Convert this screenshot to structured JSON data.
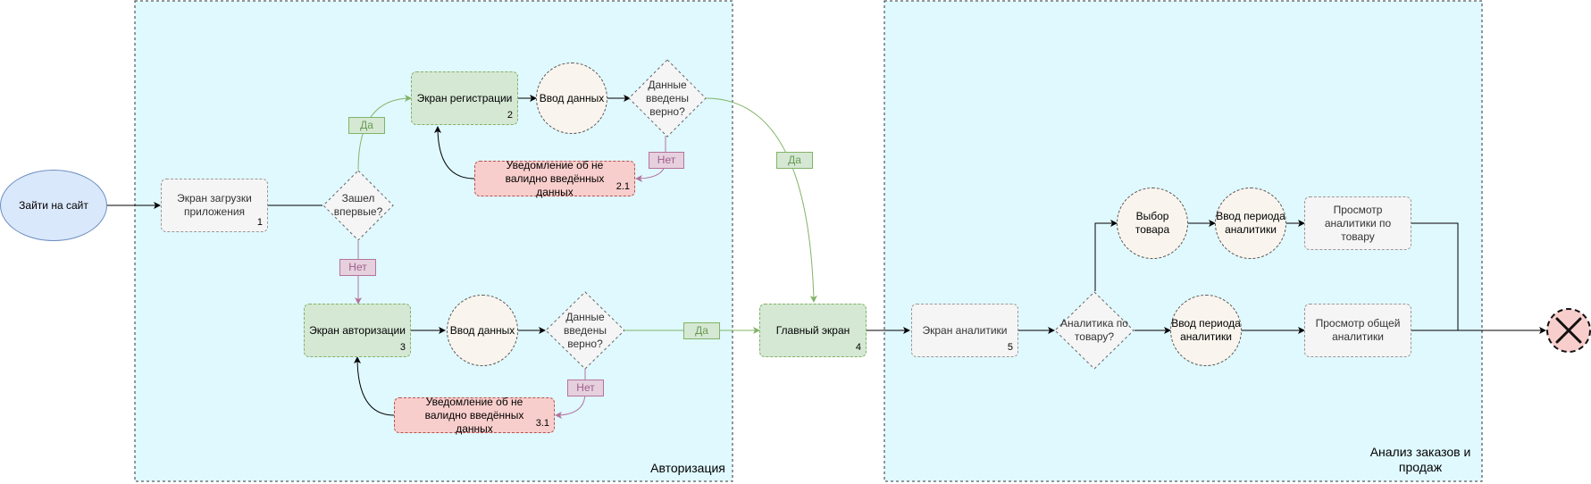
{
  "colors": {
    "container_fill": "#dff9ff",
    "edge_default": "#000000",
    "edge_yes": "#82b366",
    "edge_no": "#b5739d",
    "end_fill": "#f8cecc",
    "end_stroke": "#b85450"
  },
  "containers": {
    "auth": {
      "title": "Авторизация"
    },
    "analysis": {
      "title": "Анализ заказов и продаж"
    }
  },
  "nodes": {
    "start": {
      "label": "Зайти на сайт"
    },
    "loading": {
      "label": "Экран загрузки приложения",
      "num": "1"
    },
    "first_visit": {
      "label": "Зашел впервые?"
    },
    "registration": {
      "label": "Экран регистрации",
      "num": "2"
    },
    "reg_input": {
      "label": "Ввод данных"
    },
    "reg_check": {
      "label": "Данные введены верно?"
    },
    "reg_error": {
      "label": "Уведомление об не валидно введённых данных",
      "num": "2.1"
    },
    "authorization": {
      "label": "Экран авторизации",
      "num": "3"
    },
    "auth_input": {
      "label": "Ввод данных"
    },
    "auth_check": {
      "label": "Данные введены верно?"
    },
    "auth_error": {
      "label": "Уведомление об не валидно введённых данных",
      "num": "3.1"
    },
    "main": {
      "label": "Главный экран",
      "num": "4"
    },
    "analytics": {
      "label": "Экран аналитики",
      "num": "5"
    },
    "by_product": {
      "label": "Аналитика по товару?"
    },
    "choose_product": {
      "label": "Выбор товара"
    },
    "period_product": {
      "label": "Ввод периода аналитики"
    },
    "view_product": {
      "label": "Просмотр аналитики по товару"
    },
    "period_total": {
      "label": "Ввод периода аналитики"
    },
    "view_total": {
      "label": "Просмотр общей аналитики"
    },
    "end": {
      "icon": "close-icon"
    }
  },
  "edge_labels": {
    "yes_registration": "Да",
    "no_authorization": "Нет",
    "no_reg_error": "Нет",
    "yes_main_from_reg": "Да",
    "yes_main_from_auth": "Да",
    "no_auth_error": "Нет"
  }
}
